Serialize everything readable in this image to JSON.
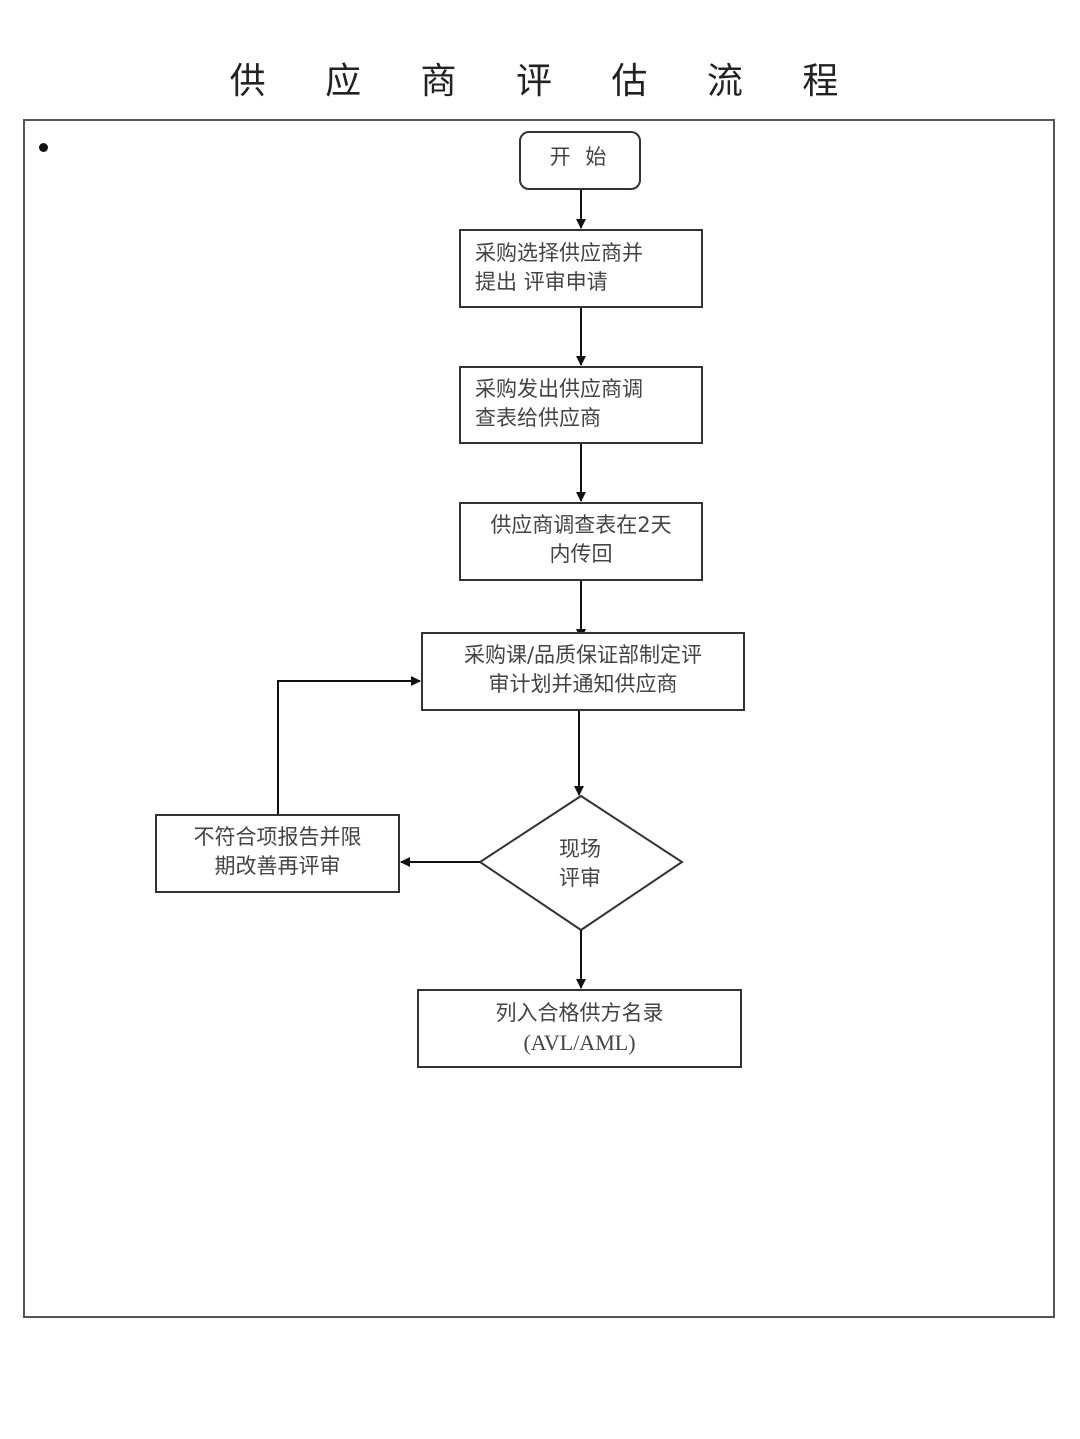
{
  "document": {
    "title": "供 应 商 评 估 流 程"
  },
  "flowchart": {
    "start": {
      "label": "开 始"
    },
    "steps": [
      {
        "id": "select-supplier",
        "lines": [
          "采购选择供应商并",
          "提出 评审申请"
        ]
      },
      {
        "id": "send-survey",
        "lines": [
          "采购发出供应商调",
          "查表给供应商"
        ]
      },
      {
        "id": "return-survey",
        "lines": [
          "供应商调查表在2天",
          "内传回"
        ]
      },
      {
        "id": "make-plan",
        "lines": [
          "采购课/品质保证部制定评",
          "审计划并通知供应商"
        ]
      },
      {
        "id": "nonconformance",
        "lines": [
          "不符合项报告并限",
          "期改善再评审"
        ]
      },
      {
        "id": "approved-list",
        "lines": [
          "列入合格供方名录",
          "(AVL/AML)"
        ]
      }
    ],
    "decision": {
      "lines": [
        "现场",
        "评审"
      ]
    },
    "colors": {
      "stroke": "#333333",
      "text": "#444444",
      "frame": "#555555"
    }
  }
}
